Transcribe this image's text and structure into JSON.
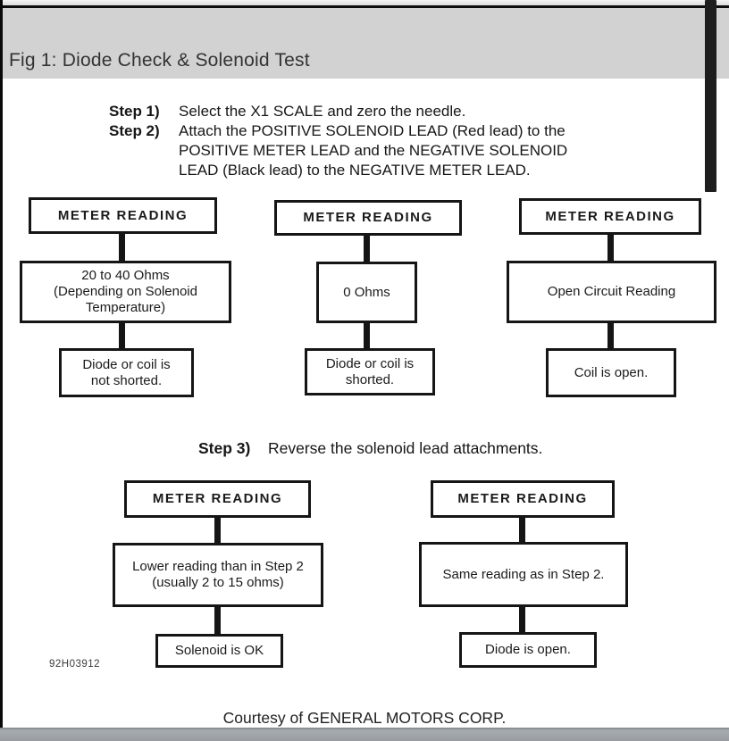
{
  "window": {
    "title": "Fig 1: Diode Check & Solenoid Test"
  },
  "steps": {
    "lines": [
      {
        "label": "Step 1)",
        "text": "Select the X1 SCALE and zero the needle."
      },
      {
        "label": "Step 2)",
        "text": "Attach the POSITIVE SOLENOID LEAD (Red lead) to the"
      },
      {
        "label": "",
        "text": "POSITIVE METER LEAD and the NEGATIVE SOLENOID"
      },
      {
        "label": "",
        "text": "LEAD (Black lead) to the NEGATIVE METER LEAD."
      }
    ],
    "step3": {
      "label": "Step 3)",
      "text": "Reverse the solenoid lead attachments."
    }
  },
  "flow": {
    "row1": [
      {
        "meter": "METER READING",
        "reading": [
          "20 to 40 Ohms",
          "(Depending on Solenoid",
          "Temperature)"
        ],
        "result": [
          "Diode or coil is",
          "not shorted."
        ]
      },
      {
        "meter": "METER READING",
        "reading": [
          "0 Ohms"
        ],
        "result": [
          "Diode or coil is",
          "shorted."
        ]
      },
      {
        "meter": "METER READING",
        "reading": [
          "Open Circuit Reading"
        ],
        "result": [
          "Coil is open."
        ]
      }
    ],
    "row2": [
      {
        "meter": "METER READING",
        "reading": [
          "Lower reading than in Step 2",
          "(usually 2 to 15 ohms)"
        ],
        "result": [
          "Solenoid is OK"
        ]
      },
      {
        "meter": "METER READING",
        "reading": [
          "Same reading as in Step 2."
        ],
        "result": [
          "Diode is open."
        ]
      }
    ]
  },
  "footer": {
    "figure_code": "92H03912",
    "courtesy": "Courtesy of GENERAL MOTORS CORP."
  },
  "colors": {
    "header_bg": "#d2d2d2",
    "title_text": "#333333",
    "diagram_ink": "#151515",
    "bottom_bar": "#979ca0",
    "scrollbar_thumb": "#1e1e1e"
  }
}
